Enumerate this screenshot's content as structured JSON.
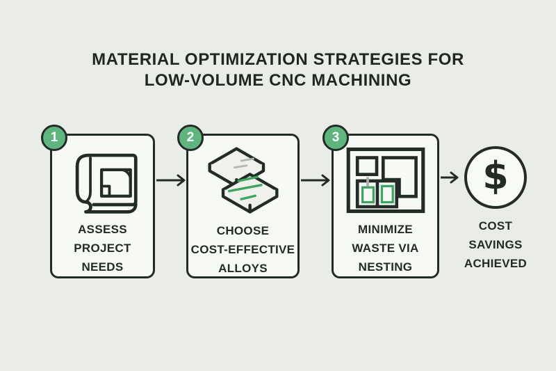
{
  "title": "MATERIAL OPTIMIZATION STRATEGIES FOR\nLOW-VOLUME CNC MACHINING",
  "colors": {
    "background": "#e9ece7",
    "card_fill": "#f7f9f4",
    "outline": "#222b25",
    "badge_green": "#5fb57d",
    "icon_green": "#3da462",
    "muted_gray_line": "#b3b9b1",
    "text": "#222b25",
    "badge_text": "#ffffff"
  },
  "steps": [
    {
      "number": "1",
      "label": "ASSESS\nPROJECT\nNEEDS",
      "icon": "blueprint-scroll-icon"
    },
    {
      "number": "2",
      "label": "CHOOSE\nCOST-EFFECTIVE\nALLOYS",
      "icon": "alloy-plates-icon"
    },
    {
      "number": "3",
      "label": "MINIMIZE\nWASTE VIA\nNESTING",
      "icon": "nesting-layout-icon"
    }
  ],
  "result": {
    "symbol": "$",
    "label": "COST\nSAVINGS\nACHIEVED",
    "icon": "dollar-circle-icon"
  }
}
